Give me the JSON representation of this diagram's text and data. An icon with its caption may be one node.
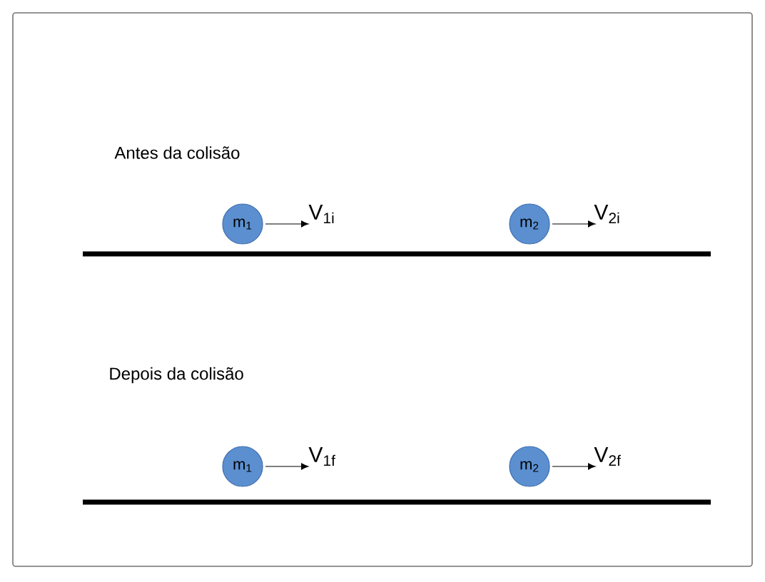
{
  "diagram": {
    "nodes": [
      {
        "text": [
          "m$_{1}$"
        ]
      },
      {
        "text": [
          "m$_{2}$"
        ]
      },
      {
        "text": [
          "m$_{1}$"
        ]
      },
      {
        "text": [
          "m$_{2}$"
        ]
      }
    ],
    "labels": [
      "Antes da colisão",
      "V$_{1i}$",
      "V$_{2i}$",
      "Depois da colisão",
      "V$_{1f}$",
      "V$_{2f}$"
    ]
  }
}
